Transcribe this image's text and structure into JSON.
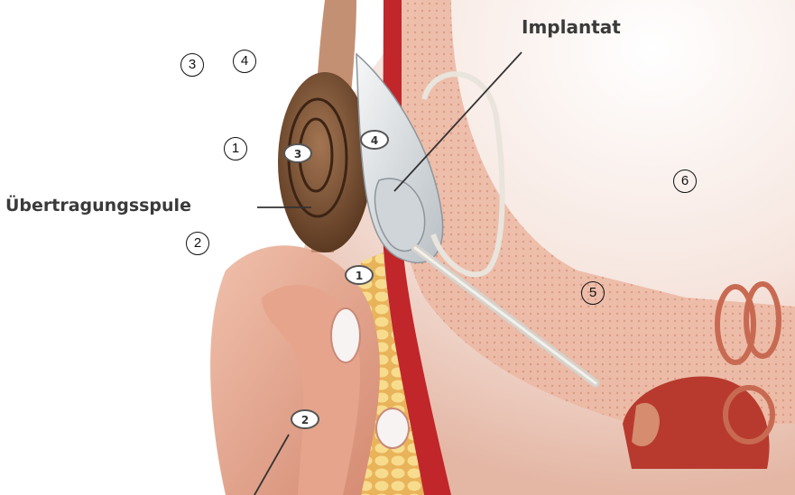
{
  "labels": {
    "implantat": "Implantat",
    "uebertragungsspule": "Übertragungsspule"
  },
  "anatomy_markers": {
    "m1": "1",
    "m2": "2",
    "m3": "3",
    "m4": "4"
  },
  "plain_numbers": {
    "n1": "1",
    "n2": "2",
    "n3": "3",
    "n4": "4",
    "n5": "5",
    "n6": "6"
  },
  "colors": {
    "skin": "#e9b39c",
    "skin_dark": "#c97a66",
    "bone": "#efc3b0",
    "artery": "#c0262a",
    "fat": "#f3d27a",
    "implant": "#dfe3e6",
    "coil": "#7a5236",
    "cochlea": "#c86a52",
    "label_text": "#3a3a3a"
  }
}
